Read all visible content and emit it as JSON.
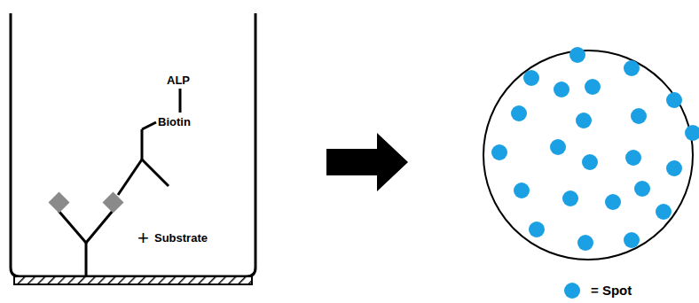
{
  "diagram": {
    "labels": [
      "ALP",
      "Biotin",
      "+",
      "Substrate"
    ],
    "legend": [
      {
        "text": "= Spot",
        "color": "#1ba1e3"
      }
    ]
  }
}
